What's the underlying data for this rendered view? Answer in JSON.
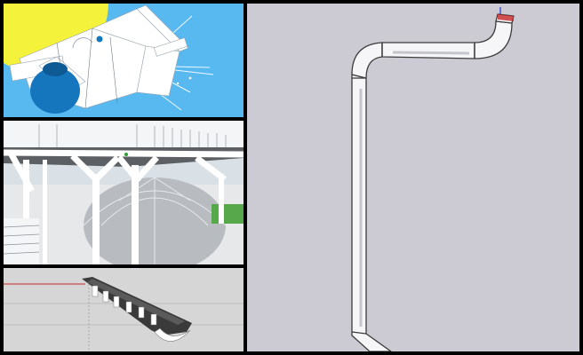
{
  "app": {
    "title": "",
    "layout": "tiled-viewports"
  },
  "viewports": [
    {
      "id": "viewport-1",
      "content": "sunlit-structure-render",
      "sky_color": "#58b8f0",
      "sun_color": "#f4f23a",
      "accent_color": "#1676bd"
    },
    {
      "id": "viewport-2",
      "content": "deck-with-dome",
      "background_color": "#d9e0e6"
    },
    {
      "id": "viewport-3",
      "content": "gutter-model",
      "background_color": "#d6d6d6",
      "axis_color": "#c62828"
    },
    {
      "id": "viewport-4",
      "content": "downspout-pipe-model",
      "background_color": "#cccbd3",
      "axis_colors": {
        "x": "#c62828",
        "y": "#2e9e34",
        "z": "#1f3bd6"
      }
    }
  ]
}
